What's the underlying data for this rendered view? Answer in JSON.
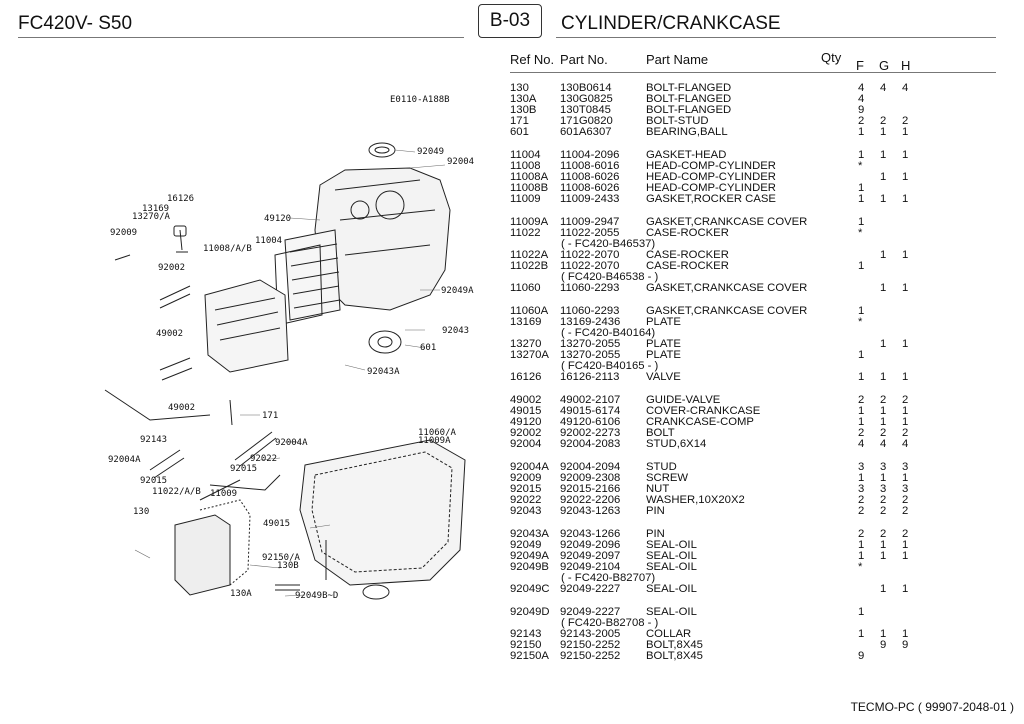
{
  "header": {
    "model": "FC420V- S50",
    "section_code": "B-03",
    "section_title": "CYLINDER/CRANKCASE"
  },
  "columns": {
    "ref": "Ref No.",
    "part": "Part No.",
    "name": "Part Name",
    "qty": "Qty",
    "f": "F",
    "g": "G",
    "h": "H"
  },
  "diagram": {
    "drawing_code": "E0110-A188B",
    "callouts": [
      "92049",
      "92004",
      "16126",
      "13169",
      "13270/A",
      "92009",
      "49120",
      "11004",
      "11008/A/B",
      "92002",
      "92049A",
      "49002",
      "92043",
      "601",
      "92043A",
      "49002",
      "171",
      "11060/A",
      "11009A",
      "92143",
      "92004A",
      "92004A",
      "92022",
      "92015",
      "92015",
      "11022/A/B",
      "11009",
      "130",
      "49015",
      "92150/A",
      "130B",
      "92049B~D",
      "130A"
    ]
  },
  "groups": [
    [
      {
        "ref": "130",
        "part": "130B0614",
        "name": "BOLT-FLANGED",
        "f": "4",
        "g": "4",
        "h": "4"
      },
      {
        "ref": "130A",
        "part": "130G0825",
        "name": "BOLT-FLANGED",
        "f": "4",
        "g": "",
        "h": ""
      },
      {
        "ref": "130B",
        "part": "130T0845",
        "name": "BOLT-FLANGED",
        "f": "9",
        "g": "",
        "h": ""
      },
      {
        "ref": "171",
        "part": "171G0820",
        "name": "BOLT-STUD",
        "f": "2",
        "g": "2",
        "h": "2"
      },
      {
        "ref": "601",
        "part": "601A6307",
        "name": "BEARING,BALL",
        "f": "1",
        "g": "1",
        "h": "1"
      }
    ],
    [
      {
        "ref": "11004",
        "part": "11004-2096",
        "name": "GASKET-HEAD",
        "f": "1",
        "g": "1",
        "h": "1"
      },
      {
        "ref": "11008",
        "part": "11008-6016",
        "name": "HEAD-COMP-CYLINDER",
        "f": "*",
        "g": "",
        "h": ""
      },
      {
        "ref": "11008A",
        "part": "11008-6026",
        "name": "HEAD-COMP-CYLINDER",
        "f": "",
        "g": "1",
        "h": "1"
      },
      {
        "ref": "11008B",
        "part": "11008-6026",
        "name": "HEAD-COMP-CYLINDER",
        "f": "1",
        "g": "",
        "h": ""
      },
      {
        "ref": "11009",
        "part": "11009-2433",
        "name": "GASKET,ROCKER CASE",
        "f": "1",
        "g": "1",
        "h": "1"
      }
    ],
    [
      {
        "ref": "11009A",
        "part": "11009-2947",
        "name": "GASKET,CRANKCASE COVER",
        "f": "1",
        "g": "",
        "h": ""
      },
      {
        "ref": "11022",
        "part": "11022-2055",
        "name": "CASE-ROCKER",
        "f": "*",
        "g": "",
        "h": ""
      },
      {
        "fit": "(            -      FC420-B46537)"
      },
      {
        "ref": "11022A",
        "part": "11022-2070",
        "name": "CASE-ROCKER",
        "f": "",
        "g": "1",
        "h": "1"
      },
      {
        "ref": "11022B",
        "part": "11022-2070",
        "name": "CASE-ROCKER",
        "f": "1",
        "g": "",
        "h": ""
      },
      {
        "fit": "(     FC420-B46538 -                  )"
      },
      {
        "ref": "11060",
        "part": "11060-2293",
        "name": "GASKET,CRANKCASE COVER",
        "f": "",
        "g": "1",
        "h": "1"
      }
    ],
    [
      {
        "ref": "11060A",
        "part": "11060-2293",
        "name": "GASKET,CRANKCASE COVER",
        "f": "1",
        "g": "",
        "h": ""
      },
      {
        "ref": "13169",
        "part": "13169-2436",
        "name": "PLATE",
        "f": "*",
        "g": "",
        "h": ""
      },
      {
        "fit": "(            -      FC420-B40164)"
      },
      {
        "ref": "13270",
        "part": "13270-2055",
        "name": "PLATE",
        "f": "",
        "g": "1",
        "h": "1"
      },
      {
        "ref": "13270A",
        "part": "13270-2055",
        "name": "PLATE",
        "f": "1",
        "g": "",
        "h": ""
      },
      {
        "fit": "(     FC420-B40165 -                  )"
      },
      {
        "ref": "16126",
        "part": "16126-2113",
        "name": "VALVE",
        "f": "1",
        "g": "1",
        "h": "1"
      }
    ],
    [
      {
        "ref": "49002",
        "part": "49002-2107",
        "name": "GUIDE-VALVE",
        "f": "2",
        "g": "2",
        "h": "2"
      },
      {
        "ref": "49015",
        "part": "49015-6174",
        "name": "COVER-CRANKCASE",
        "f": "1",
        "g": "1",
        "h": "1"
      },
      {
        "ref": "49120",
        "part": "49120-6106",
        "name": "CRANKCASE-COMP",
        "f": "1",
        "g": "1",
        "h": "1"
      },
      {
        "ref": "92002",
        "part": "92002-2273",
        "name": "BOLT",
        "f": "2",
        "g": "2",
        "h": "2"
      },
      {
        "ref": "92004",
        "part": "92004-2083",
        "name": "STUD,6X14",
        "f": "4",
        "g": "4",
        "h": "4"
      }
    ],
    [
      {
        "ref": "92004A",
        "part": "92004-2094",
        "name": "STUD",
        "f": "3",
        "g": "3",
        "h": "3"
      },
      {
        "ref": "92009",
        "part": "92009-2308",
        "name": "SCREW",
        "f": "1",
        "g": "1",
        "h": "1"
      },
      {
        "ref": "92015",
        "part": "92015-2166",
        "name": "NUT",
        "f": "3",
        "g": "3",
        "h": "3"
      },
      {
        "ref": "92022",
        "part": "92022-2206",
        "name": "WASHER,10X20X2",
        "f": "2",
        "g": "2",
        "h": "2"
      },
      {
        "ref": "92043",
        "part": "92043-1263",
        "name": "PIN",
        "f": "2",
        "g": "2",
        "h": "2"
      }
    ],
    [
      {
        "ref": "92043A",
        "part": "92043-1266",
        "name": "PIN",
        "f": "2",
        "g": "2",
        "h": "2"
      },
      {
        "ref": "92049",
        "part": "92049-2096",
        "name": "SEAL-OIL",
        "f": "1",
        "g": "1",
        "h": "1"
      },
      {
        "ref": "92049A",
        "part": "92049-2097",
        "name": "SEAL-OIL",
        "f": "1",
        "g": "1",
        "h": "1"
      },
      {
        "ref": "92049B",
        "part": "92049-2104",
        "name": "SEAL-OIL",
        "f": "*",
        "g": "",
        "h": ""
      },
      {
        "fit": "(            -      FC420-B82707)"
      },
      {
        "ref": "92049C",
        "part": "92049-2227",
        "name": "SEAL-OIL",
        "f": "",
        "g": "1",
        "h": "1"
      }
    ],
    [
      {
        "ref": "92049D",
        "part": "92049-2227",
        "name": "SEAL-OIL",
        "f": "1",
        "g": "",
        "h": ""
      },
      {
        "fit": "(     FC420-B82708 -                  )"
      },
      {
        "ref": "92143",
        "part": "92143-2005",
        "name": "COLLAR",
        "f": "1",
        "g": "1",
        "h": "1"
      },
      {
        "ref": "92150",
        "part": "92150-2252",
        "name": "BOLT,8X45",
        "f": "",
        "g": "9",
        "h": "9"
      },
      {
        "ref": "92150A",
        "part": "92150-2252",
        "name": "BOLT,8X45",
        "f": "9",
        "g": "",
        "h": ""
      }
    ]
  ],
  "footer": {
    "text": "TECMO-PC  ( 99907-2048-01 )"
  }
}
